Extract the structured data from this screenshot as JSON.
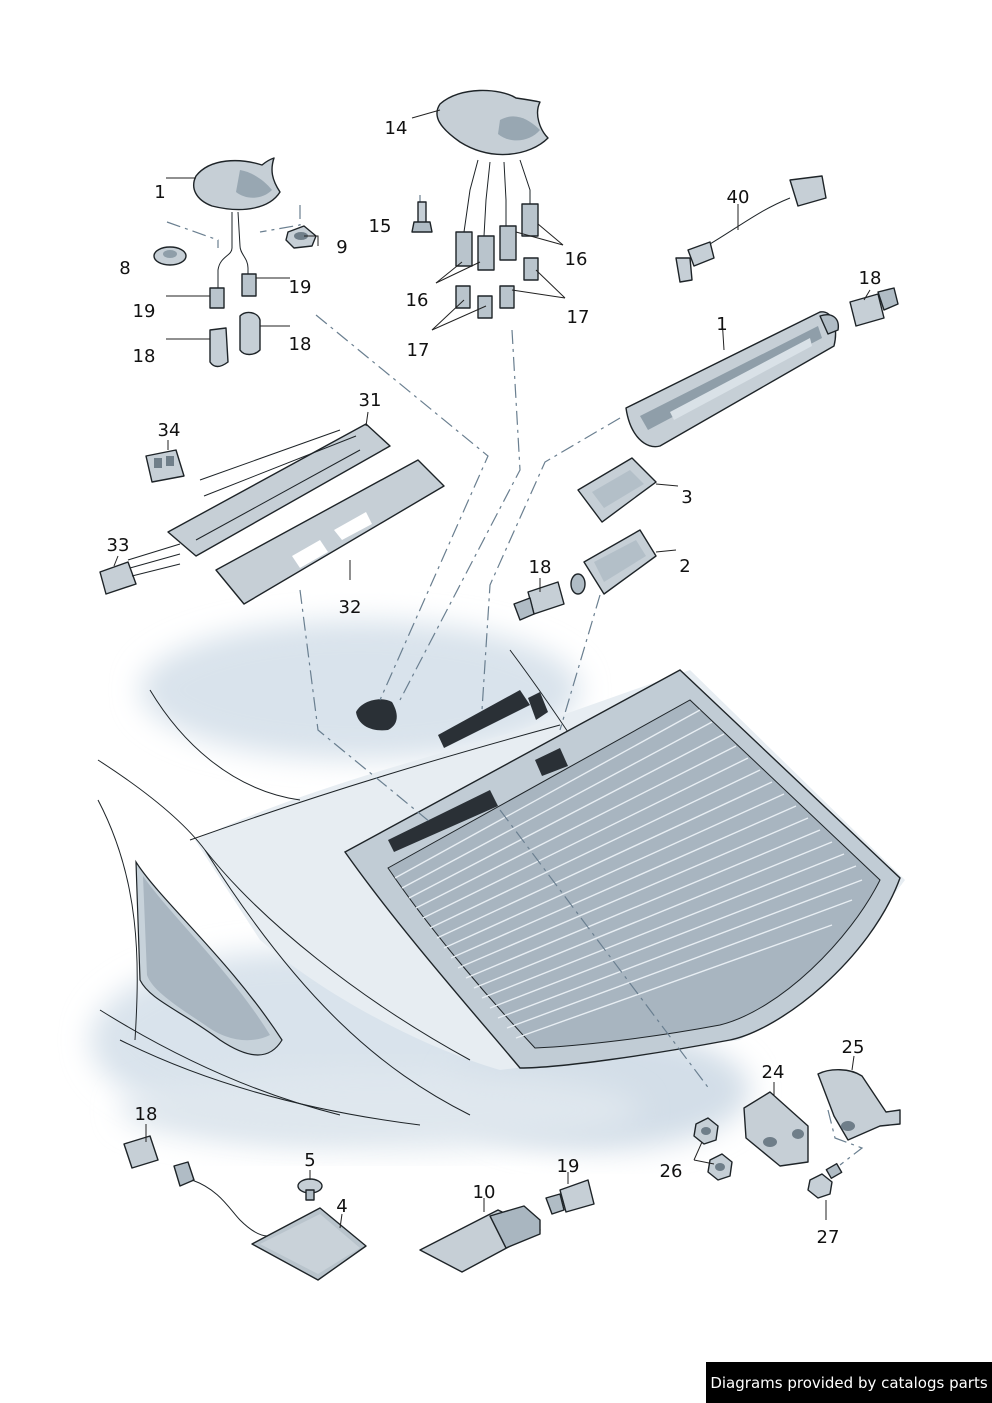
{
  "colors": {
    "part_fill": "#c9d2d9",
    "part_dark": "#8f9ea9",
    "haze": "#d7e1ea",
    "glass": "#aab7c2",
    "credit_bg": "#000000",
    "credit_text": "#ffffff"
  },
  "callouts": [
    {
      "id": "c1a",
      "label": "1"
    },
    {
      "id": "c8",
      "label": "8"
    },
    {
      "id": "c9",
      "label": "9"
    },
    {
      "id": "c19a",
      "label": "19"
    },
    {
      "id": "c19b",
      "label": "19"
    },
    {
      "id": "c18a",
      "label": "18"
    },
    {
      "id": "c18b",
      "label": "18"
    },
    {
      "id": "c14",
      "label": "14"
    },
    {
      "id": "c15",
      "label": "15"
    },
    {
      "id": "c16a",
      "label": "16"
    },
    {
      "id": "c16b",
      "label": "16"
    },
    {
      "id": "c17a",
      "label": "17"
    },
    {
      "id": "c17b",
      "label": "17"
    },
    {
      "id": "c40",
      "label": "40"
    },
    {
      "id": "c18c",
      "label": "18"
    },
    {
      "id": "c1b",
      "label": "1"
    },
    {
      "id": "c31",
      "label": "31"
    },
    {
      "id": "c34",
      "label": "34"
    },
    {
      "id": "c33",
      "label": "33"
    },
    {
      "id": "c32",
      "label": "32"
    },
    {
      "id": "c3",
      "label": "3"
    },
    {
      "id": "c2",
      "label": "2"
    },
    {
      "id": "c18d",
      "label": "18"
    },
    {
      "id": "c25",
      "label": "25"
    },
    {
      "id": "c24",
      "label": "24"
    },
    {
      "id": "c26",
      "label": "26"
    },
    {
      "id": "c27",
      "label": "27"
    },
    {
      "id": "c18e",
      "label": "18"
    },
    {
      "id": "c5",
      "label": "5"
    },
    {
      "id": "c4",
      "label": "4"
    },
    {
      "id": "c10",
      "label": "10"
    },
    {
      "id": "c19c",
      "label": "19"
    }
  ],
  "credit": "Diagrams provided by catalogs parts"
}
